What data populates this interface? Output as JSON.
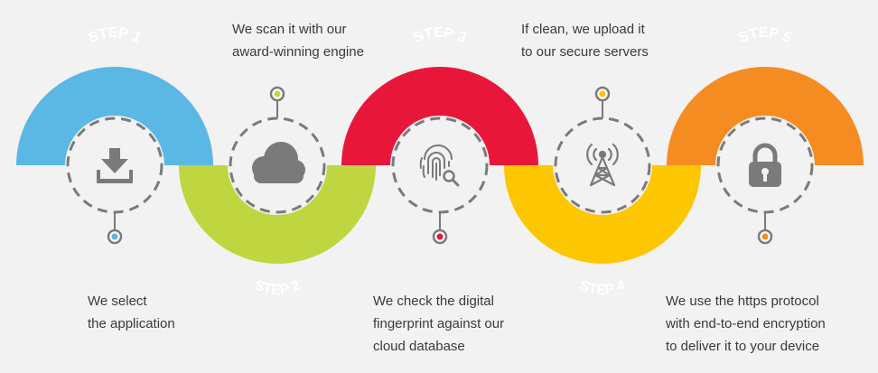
{
  "steps": [
    {
      "label": "STEP 1",
      "color": "#5bb8e4",
      "icon": "download-icon",
      "dot_color": "#5bb8e4",
      "caption": [
        "We select",
        "the application"
      ]
    },
    {
      "label": "STEP 2",
      "color": "#bfd641",
      "icon": "cloud-icon",
      "dot_color": "#bfd641",
      "caption": [
        "We scan it with our",
        "award-winning engine"
      ]
    },
    {
      "label": "STEP 3",
      "color": "#e8173a",
      "icon": "fingerprint-search-icon",
      "dot_color": "#e8173a",
      "caption": [
        "We check the digital",
        "fingerprint against our",
        "cloud database"
      ]
    },
    {
      "label": "STEP 4",
      "color": "#fcc600",
      "icon": "antenna-tower-icon",
      "dot_color": "#fcc600",
      "caption": [
        "If clean, we upload it",
        "to our secure servers"
      ]
    },
    {
      "label": "STEP 5",
      "color": "#f58c22",
      "icon": "padlock-icon",
      "dot_color": "#f58c22",
      "caption": [
        "We use the https protocol",
        "with end-to-end encryption",
        "to deliver it to your device"
      ]
    }
  ]
}
